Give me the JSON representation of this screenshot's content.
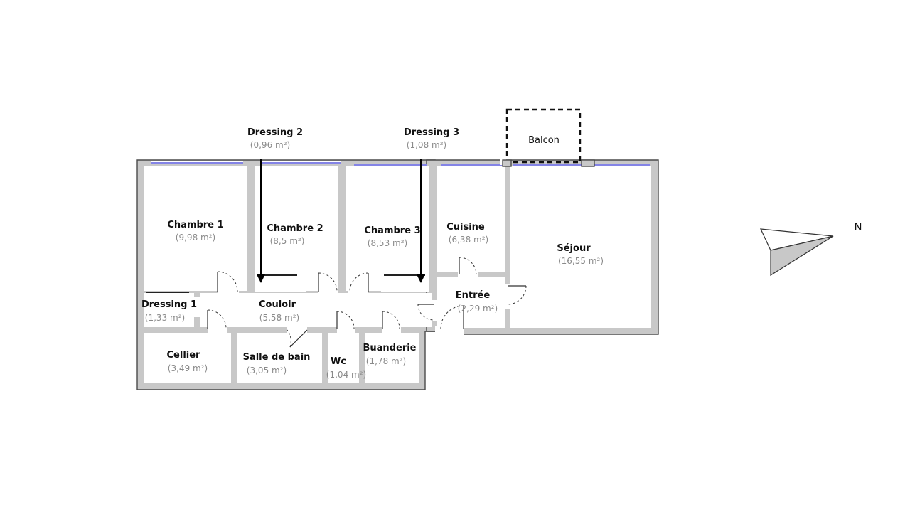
{
  "rooms": {
    "chambre1": {
      "name": "Chambre 1",
      "area": "(9,98 m²)"
    },
    "chambre2": {
      "name": "Chambre 2",
      "area": "(8,5 m²)"
    },
    "chambre3": {
      "name": "Chambre 3",
      "area": "(8,53 m²)"
    },
    "cuisine": {
      "name": "Cuisine",
      "area": "(6,38 m²)"
    },
    "sejour": {
      "name": "Séjour",
      "area": "(16,55 m²)"
    },
    "dressing1": {
      "name": "Dressing 1",
      "area": "(1,33 m²)"
    },
    "couloir": {
      "name": "Couloir",
      "area": "(5,58 m²)"
    },
    "entree": {
      "name": "Entrée",
      "area": "(2,29 m²)"
    },
    "cellier": {
      "name": "Cellier",
      "area": "(3,49 m²)"
    },
    "salle_de_bain": {
      "name": "Salle de bain",
      "area": "(3,05 m²)"
    },
    "wc": {
      "name": "Wc",
      "area": "(1,04 m²)"
    },
    "buanderie": {
      "name": "Buanderie",
      "area": "(1,78 m²)"
    },
    "dressing2": {
      "name": "Dressing 2",
      "area": "(0,96 m²)"
    },
    "dressing3": {
      "name": "Dressing 3",
      "area": "(1,08 m²)"
    }
  },
  "balcony": {
    "label": "Balcon"
  },
  "compass": {
    "label": "N"
  },
  "colors": {
    "wall": "#c8c8c8",
    "wall_outline": "#4a4a4a",
    "window": "#3b3bd6",
    "compass_fill": "#c8c8c8"
  }
}
